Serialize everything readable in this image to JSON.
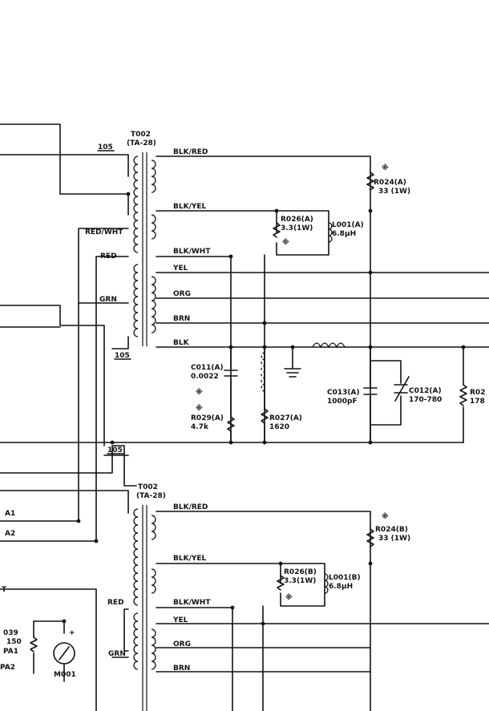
{
  "upper": {
    "terminal_top": "105",
    "terminal_bottom": "105",
    "transformer_id": "T002",
    "transformer_type": "(TA-28)",
    "primary_tap": "RED/WHT",
    "tap_red": "RED",
    "tap_grn": "GRN",
    "sec_blk_red": "BLK/RED",
    "sec_blk_yel": "BLK/YEL",
    "sec_blk_wht": "BLK/WHT",
    "yel": "YEL",
    "org": "ORG",
    "brn": "BRN",
    "blk": "BLK",
    "r024_id": "R024(A)",
    "r024_val": "33 (1W)",
    "r026_id": "R026(A)",
    "r026_val": "3.3(1W)",
    "l001_id": "L001(A)",
    "l001_val": "6.8µH",
    "c011_id": "C011(A)",
    "c011_val": "0.0022",
    "r029_id": "R029(A)",
    "r029_val": "4.7k",
    "r027_id": "R027(A)",
    "r027_val": "1620",
    "c013_id": "C013(A)",
    "c013_val": "1000pF",
    "c012_id": "C012(A)",
    "c012_val": "170-780",
    "r02_id": "R02",
    "r02_val": "178",
    "mark": "※"
  },
  "lower": {
    "terminal": "105",
    "transformer_id": "T002",
    "transformer_type": "(TA-28)",
    "sec_blk_red": "BLK/RED",
    "sec_blk_yel": "BLK/YEL",
    "sec_blk_wht": "BLK/WHT",
    "tap_red": "RED",
    "tap_grn": "GRN",
    "yel": "YEL",
    "org": "ORG",
    "brn": "BRN",
    "r024_id": "R024(B)",
    "r024_val": "33 (1W)",
    "r026_id": "R026(B)",
    "r026_val": "3.3(1W)",
    "l001_id": "L001(B)",
    "l001_val": "6.8µH",
    "mark": "※"
  },
  "left_side": {
    "a1": "A1",
    "a2": "A2",
    "t": "T",
    "r039_id": "039",
    "r039_val": "150",
    "pai": "PA1",
    "pa2": "PA2",
    "meter_sign": "+",
    "meter_id": "M001"
  }
}
